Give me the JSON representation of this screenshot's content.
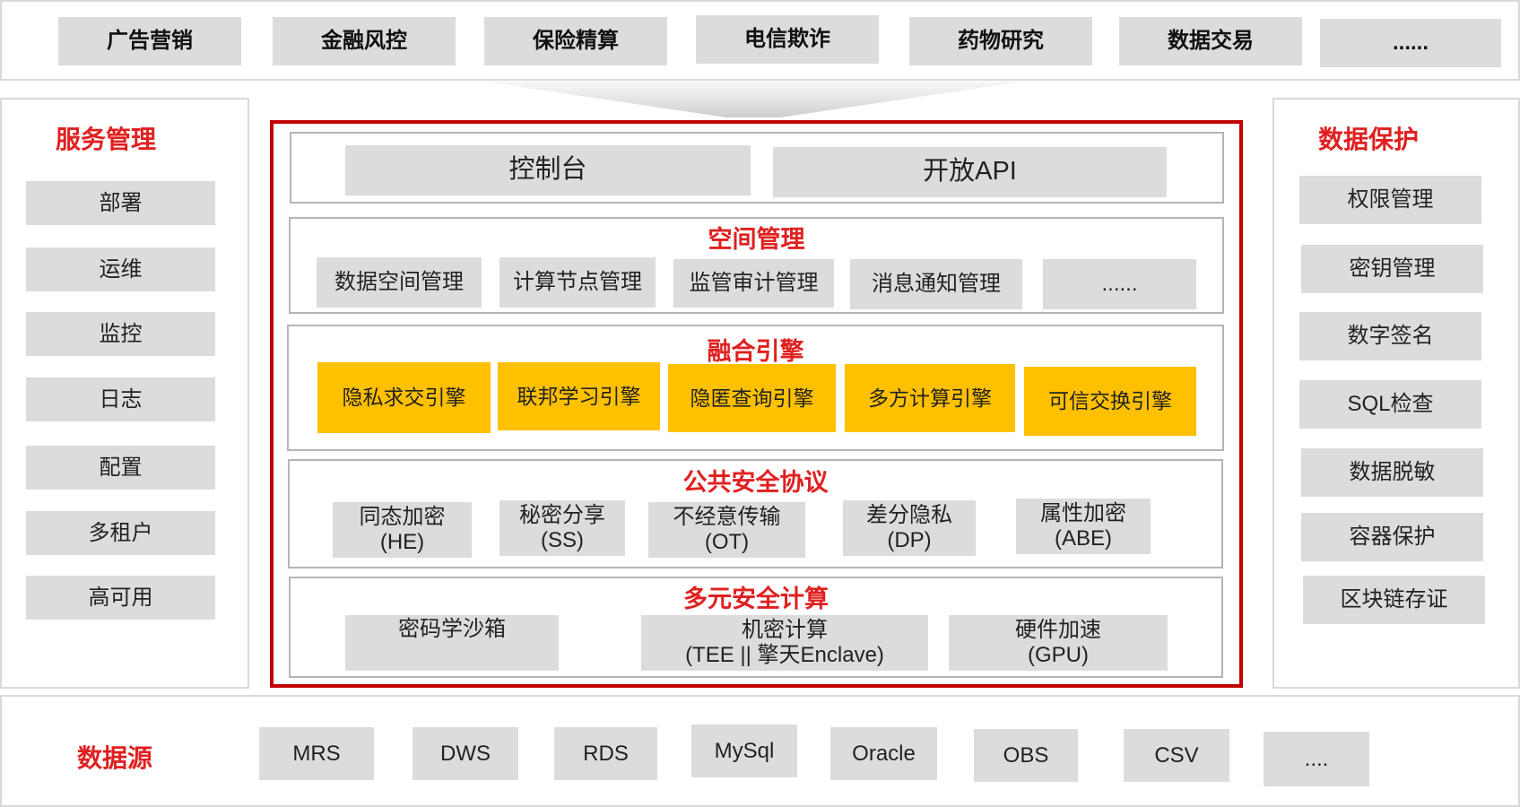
{
  "top_bar": {
    "items": [
      "广告营销",
      "金融风控",
      "保险精算",
      "电信欺诈",
      "药物研究",
      "数据交易",
      "......"
    ]
  },
  "left_panel": {
    "title": "服务管理",
    "items": [
      "部署",
      "运维",
      "监控",
      "日志",
      "配置",
      "多租户",
      "高可用"
    ]
  },
  "right_panel": {
    "title": "数据保护",
    "items": [
      "权限管理",
      "密钥管理",
      "数字签名",
      "SQL检查",
      "数据脱敏",
      "容器保护",
      "区块链存证"
    ]
  },
  "core": {
    "access": [
      "控制台",
      "开放API"
    ],
    "space": {
      "title": "空间管理",
      "items": [
        "数据空间管理",
        "计算节点管理",
        "监管审计管理",
        "消息通知管理",
        "......"
      ]
    },
    "engine": {
      "title": "融合引擎",
      "items": [
        "隐私求交引擎",
        "联邦学习引擎",
        "隐匿查询引擎",
        "多方计算引擎",
        "可信交换引擎"
      ]
    },
    "protocol": {
      "title": "公共安全协议",
      "items": [
        {
          "name": "同态加密",
          "abbr": "(HE)"
        },
        {
          "name": "秘密分享",
          "abbr": "(SS)"
        },
        {
          "name": "不经意传输",
          "abbr": "(OT)"
        },
        {
          "name": "差分隐私",
          "abbr": "(DP)"
        },
        {
          "name": "属性加密",
          "abbr": "(ABE)"
        }
      ]
    },
    "compute": {
      "title": "多元安全计算",
      "items": [
        {
          "line1": "密码学沙箱",
          "line2": ""
        },
        {
          "line1": "机密计算",
          "line2": "(TEE || 擎天Enclave)"
        },
        {
          "line1": "硬件加速",
          "line2": "(GPU)"
        }
      ]
    }
  },
  "bottom_bar": {
    "title": "数据源",
    "items": [
      "MRS",
      "DWS",
      "RDS",
      "MySql",
      "Oracle",
      "OBS",
      "CSV",
      "...."
    ]
  },
  "colors": {
    "accent_red": "#e02020",
    "frame_red": "#c00000",
    "engine_yellow": "#ffc000",
    "box_gray": "#dcdcdc"
  }
}
